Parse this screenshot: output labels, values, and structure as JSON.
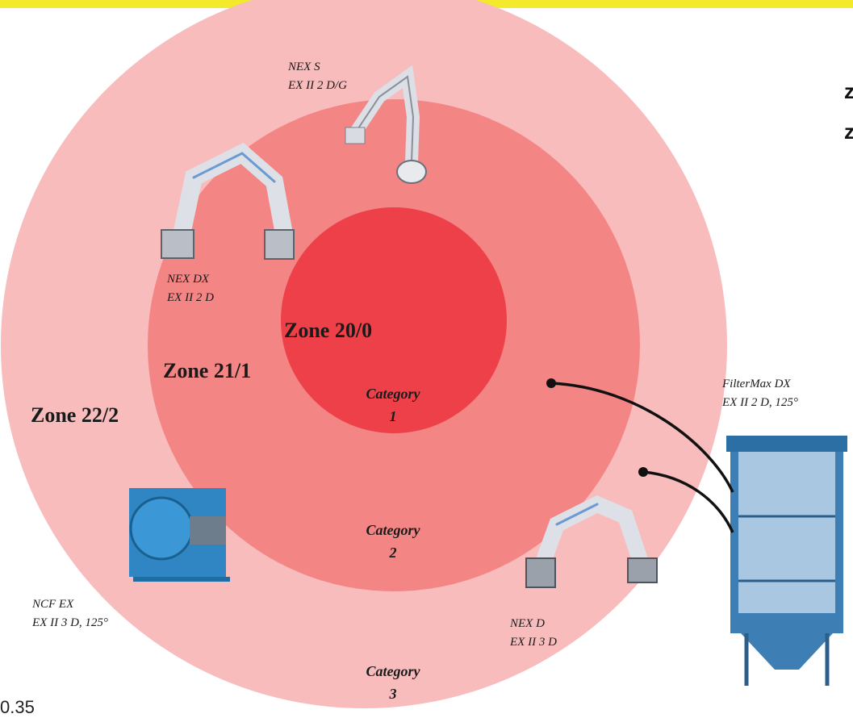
{
  "zones": {
    "inner": "Zone 20/0",
    "middle": "Zone 21/1",
    "outer": "Zone 22/2"
  },
  "categories": {
    "c1": {
      "line1": "Category",
      "line2": "1"
    },
    "c2": {
      "line1": "Category",
      "line2": "2"
    },
    "c3": {
      "line1": "Category",
      "line2": "3"
    }
  },
  "products": {
    "nex_s": {
      "name": "NEX S",
      "rating": "EX II 2 D/G"
    },
    "nex_dx": {
      "name": "NEX DX",
      "rating": "EX II 2 D"
    },
    "filtermax": {
      "name": "FilterMax DX",
      "rating": "EX II 2 D, 125°"
    },
    "ncf": {
      "name": "NCF EX",
      "rating": "EX II 3 D, 125°"
    },
    "nex_d": {
      "name": "NEX D",
      "rating": "EX II 3 D"
    }
  },
  "side_letters": [
    "z",
    "z"
  ],
  "page_number": "0.35",
  "colors": {
    "header_bar": "#f2ea2a",
    "zone_outer": "#f9bcbc",
    "zone_middle": "#f48585",
    "zone_inner": "#ee4048"
  }
}
